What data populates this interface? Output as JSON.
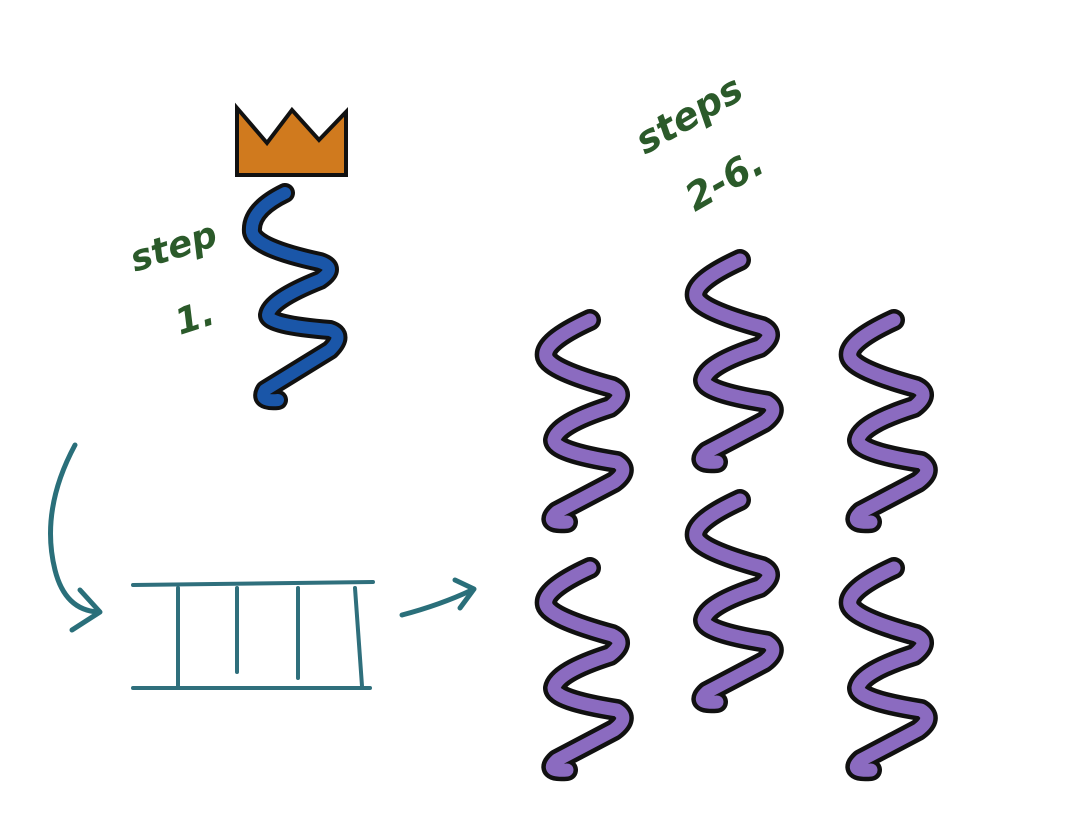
{
  "labels": {
    "step1_word": "step",
    "step1_number": "1.",
    "steps_word": "steps",
    "steps_range": "2-6."
  },
  "colors": {
    "background": "#ffffff",
    "crown_fill": "#d07a1e",
    "outline": "#111111",
    "strand_blue": "#1a56a8",
    "strand_purple": "#8b6bc0",
    "arrow_teal": "#2a6f7a",
    "ladder_teal": "#2f6f7c",
    "label_green": "#2b5a2a"
  },
  "icons": {
    "crown": "crown-icon",
    "initial_strand": "blue-zigzag-strand",
    "copy_strand": "purple-zigzag-strand",
    "ladder": "ladder-template",
    "curved_arrow": "curved-arrow-icon",
    "short_arrow": "right-arrow-icon"
  },
  "copy_count": 6
}
